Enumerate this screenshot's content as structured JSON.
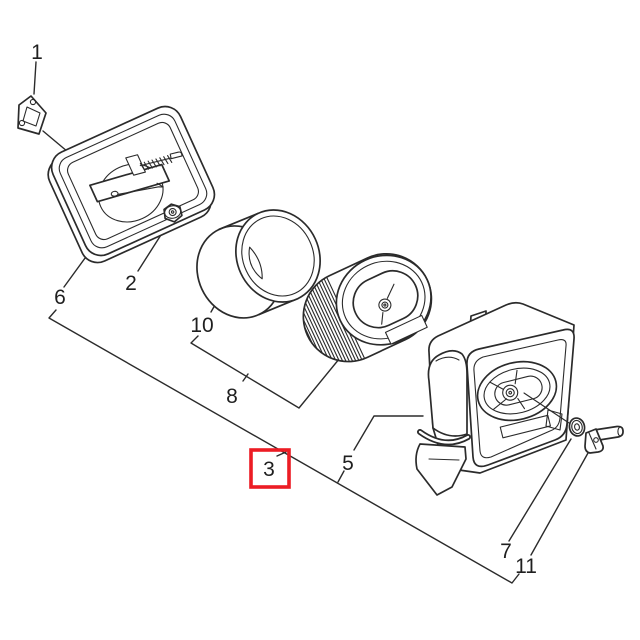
{
  "figure": {
    "type": "exploded-parts-diagram",
    "background_color": "#ffffff",
    "line_color": "#2b2b2b",
    "highlight": {
      "label": "3",
      "box_color": "#ec1c24"
    },
    "callouts": [
      {
        "text": "1"
      },
      {
        "text": "2"
      },
      {
        "text": "3",
        "highlighted": true
      },
      {
        "text": "5"
      },
      {
        "text": "6"
      },
      {
        "text": "7"
      },
      {
        "text": "8"
      },
      {
        "text": "10"
      },
      {
        "text": "11"
      }
    ]
  }
}
